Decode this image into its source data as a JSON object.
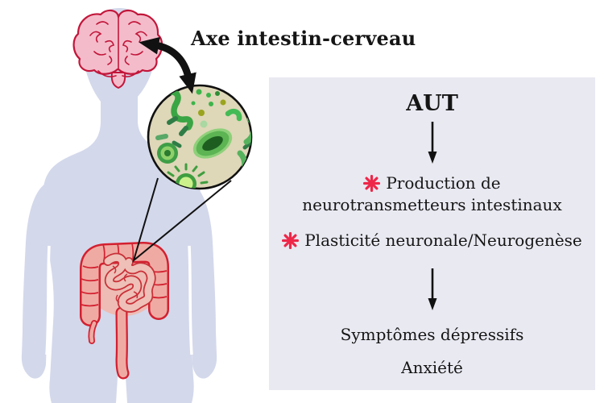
{
  "title": "Axe intestin-cerveau",
  "panel": {
    "heading": "AUT",
    "bullet1": {
      "line1": "Production de",
      "line2": "neurotransmetteurs intestinaux"
    },
    "bullet2": {
      "text": "Plasticité neuronale/Neurogenèse"
    },
    "outcome1": "Symptômes dépressifs",
    "outcome2": "Anxiété"
  },
  "icons": {
    "asterisk": "red-eight-spoked-asterisk",
    "down_arrow": "downward-arrow",
    "double_arrow": "bidirectional-curved-arrow-brain-gut",
    "figure": "human-silhouette-with-brain-gut-and-microbiota-zoom"
  },
  "colors": {
    "panel_bg": "#e9e9f2",
    "body_silhouette": "#d3d8eb",
    "brain_fill": "#f4bccb",
    "brain_outline": "#c2163a",
    "intestine_fill": "#efaba3",
    "intestine_outline": "#d32030",
    "small_intestine_fill": "#eebcb4",
    "microbiota_bg": "#ded7b8",
    "microbiota_outline": "#111111",
    "bacteria_green": "#3aa544",
    "bacteria_dark_green": "#1d5e20",
    "bacteria_olive": "#9aa41f",
    "asterisk_red": "#ee2749",
    "text": "#151515"
  }
}
